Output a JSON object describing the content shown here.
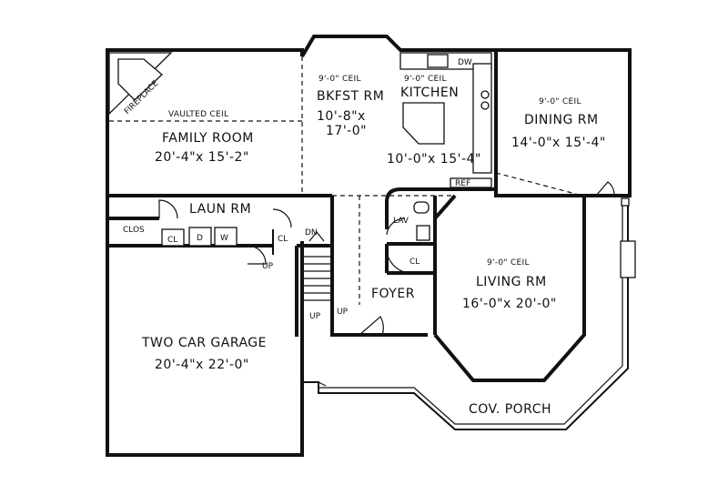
{
  "rooms": {
    "family": {
      "ceil": "VAULTED CEIL",
      "name": "FAMILY ROOM",
      "dim": "20'-4\"x 15'-2\""
    },
    "fireplace": "FIREPLACE",
    "bkfst": {
      "ceil": "9'-0\" CEIL",
      "name": "BKFST RM",
      "dim1": "10'-8\"x",
      "dim2": "17'-0\""
    },
    "kitchen": {
      "ceil": "9'-0\" CEIL",
      "name": "KITCHEN",
      "dim": "10'-0\"x 15'-4\""
    },
    "dining": {
      "ceil": "9'-0\" CEIL",
      "name": "DINING RM",
      "dim": "14'-0\"x 15'-4\""
    },
    "laun": {
      "name": "LAUN RM"
    },
    "garage": {
      "name": "TWO CAR GARAGE",
      "dim": "20'-4\"x 22'-0\""
    },
    "foyer": {
      "name": "FOYER"
    },
    "living": {
      "ceil": "9'-0\" CEIL",
      "name": "LIVING RM",
      "dim": "16'-0\"x 20'-0\""
    },
    "porch": {
      "name": "COV. PORCH"
    }
  },
  "fixtures": {
    "clos": "CLOS",
    "cl1": "CL",
    "cl2": "CL",
    "cl3": "CL",
    "dryer": "D",
    "washer": "W",
    "lav": "LAV",
    "dw": "DW",
    "ref": "REF",
    "dn": "DN",
    "up1": "UP",
    "up2": "UP",
    "up3": "UP"
  }
}
